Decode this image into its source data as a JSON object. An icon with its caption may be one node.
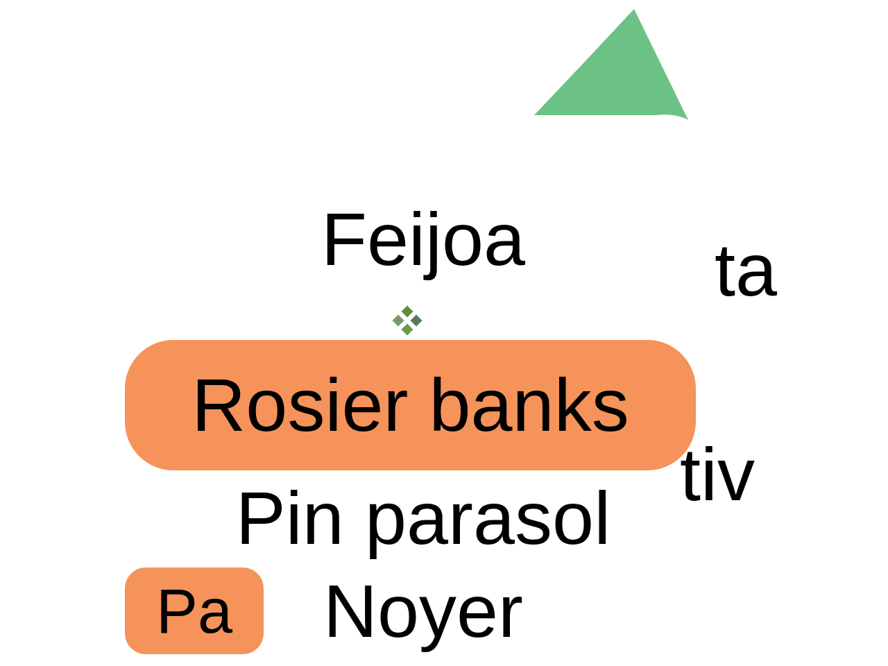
{
  "diagram": {
    "nodes": [
      {
        "text": [],
        "shape": "triangle"
      },
      {
        "text": [
          "Feijoa"
        ]
      },
      {
        "text": [
          "Rosier banks"
        ]
      },
      {
        "text": [
          "Pa"
        ]
      },
      {
        "text": [
          "Pin parasol"
        ]
      },
      {
        "text": [
          "Noyer"
        ]
      }
    ],
    "labels": [
      "ta",
      "tiv"
    ]
  }
}
